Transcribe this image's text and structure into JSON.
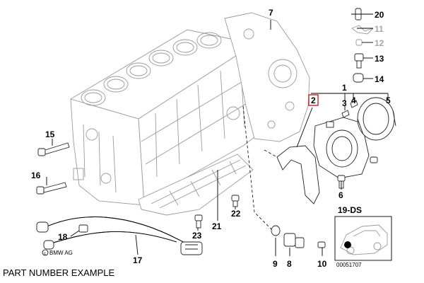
{
  "caption": "PART NUMBER EXAMPLE",
  "copyright": "BMW AG",
  "drawing_number": "00051707",
  "highlight_color": "#cc2222",
  "callouts": [
    {
      "label": "7",
      "highlighted": false,
      "faded": false
    },
    {
      "label": "20",
      "highlighted": false,
      "faded": false
    },
    {
      "label": "11",
      "highlighted": false,
      "faded": true
    },
    {
      "label": "12",
      "highlighted": false,
      "faded": true
    },
    {
      "label": "13",
      "highlighted": false,
      "faded": false
    },
    {
      "label": "14",
      "highlighted": false,
      "faded": false
    },
    {
      "label": "1",
      "highlighted": false,
      "faded": false
    },
    {
      "label": "2",
      "highlighted": true,
      "faded": false
    },
    {
      "label": "3",
      "highlighted": false,
      "faded": false
    },
    {
      "label": "4",
      "highlighted": false,
      "faded": false
    },
    {
      "label": "5",
      "highlighted": false,
      "faded": false
    },
    {
      "label": "6",
      "highlighted": false,
      "faded": false
    },
    {
      "label": "19-DS",
      "highlighted": false,
      "faded": false
    },
    {
      "label": "15",
      "highlighted": false,
      "faded": false
    },
    {
      "label": "16",
      "highlighted": false,
      "faded": false
    },
    {
      "label": "18",
      "highlighted": false,
      "faded": false
    },
    {
      "label": "17",
      "highlighted": false,
      "faded": false
    },
    {
      "label": "22",
      "highlighted": false,
      "faded": false
    },
    {
      "label": "23",
      "highlighted": false,
      "faded": false
    },
    {
      "label": "21",
      "highlighted": false,
      "faded": false
    },
    {
      "label": "9",
      "highlighted": false,
      "faded": false
    },
    {
      "label": "8",
      "highlighted": false,
      "faded": false
    },
    {
      "label": "10",
      "highlighted": false,
      "faded": false
    }
  ]
}
